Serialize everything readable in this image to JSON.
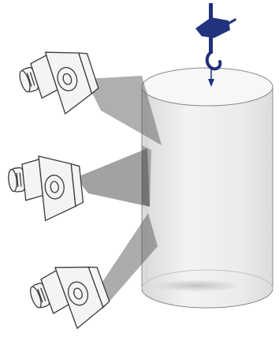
{
  "diagram": {
    "colors": {
      "background": "#ffffff",
      "cylinder_fill": "#ececec",
      "cylinder_top": "#f7f7f7",
      "cylinder_outline": "#8a8a8a",
      "beam": "#6e6e6e",
      "device_stroke": "#3a3a3a",
      "device_fill": "#f4f4f6",
      "hook": "#1f2f7a"
    },
    "components": [
      {
        "name": "hanging-hook",
        "icon": "hook-icon"
      },
      {
        "name": "cylinder-object",
        "icon": "cylinder-icon"
      },
      {
        "name": "projector-top",
        "icon": "projector-icon"
      },
      {
        "name": "projector-middle",
        "icon": "projector-icon"
      },
      {
        "name": "projector-bottom",
        "icon": "projector-icon"
      }
    ]
  }
}
